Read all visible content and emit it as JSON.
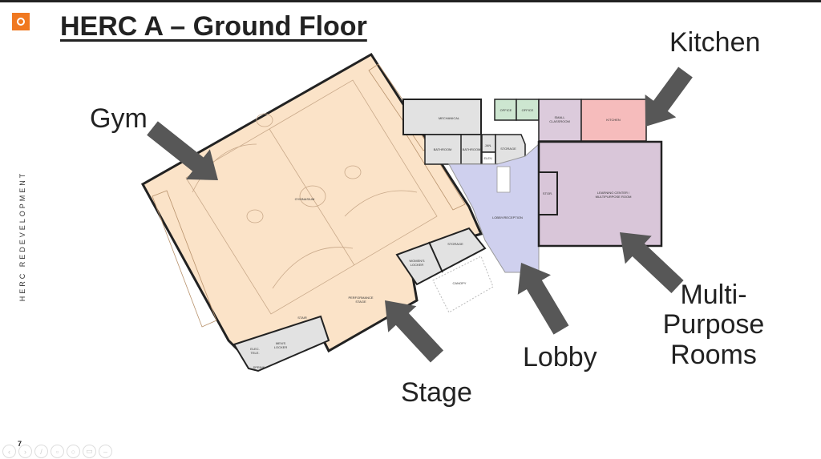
{
  "slide": {
    "title": "HERC A – Ground Floor",
    "side_text": "HERC REDEVELOPMENT",
    "page_number": "7",
    "brand_color": "#f07820"
  },
  "callouts": {
    "gym": "Gym",
    "kitchen": "Kitchen",
    "stage": "Stage",
    "lobby": "Lobby",
    "multi_purpose": [
      "Multi-",
      "Purpose",
      "Rooms"
    ]
  },
  "rooms": {
    "gymnasium": "GYMNASIUM",
    "mechanical": "MECHANICAL",
    "office1": "OFFICE",
    "office2": "OFFICE",
    "small_classroom": [
      "SMALL",
      "CLASSROOM"
    ],
    "kitchen": "KITCHEN",
    "bathroom1": "BATHROOM",
    "bathroom2": "BATHROOM",
    "jan": "JAN.",
    "elev": "ELEV.",
    "storage_top": "STORAGE",
    "lobby": "LOBBY/RECEPTION",
    "stor": "STOR.",
    "learning_center": [
      "LEARNING CENTER /",
      "MULTIPURPOSE ROOM"
    ],
    "storage_gym": "STORAGE",
    "womens_locker": [
      "WOMEN'S",
      "LOCKER"
    ],
    "canopy": "CANOPY",
    "performance_stage": [
      "PERFORMANCE",
      "STAGE"
    ],
    "stair": "STAIR",
    "mens_locker": [
      "MEN'S",
      "LOCKER"
    ],
    "elec_tele": [
      "ELEC.",
      "TELE."
    ],
    "sprinkler": "SPRINK"
  },
  "colors": {
    "gym": "#fbe3c8",
    "service": "#e2e2e2",
    "office": "#cde6d0",
    "classroom": "#dccbdc",
    "kitchen": "#f6bcbc",
    "lobby": "#cfd0ee",
    "arrow": "#575757"
  },
  "controls": [
    "prev-icon",
    "next-icon",
    "pen-icon",
    "slides-icon",
    "zoom-icon",
    "subtitles-icon",
    "more-icon"
  ]
}
